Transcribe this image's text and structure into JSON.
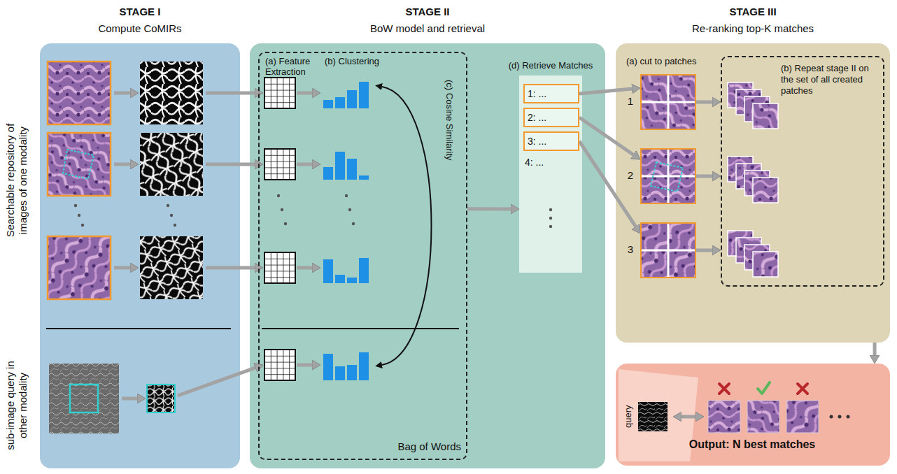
{
  "diagram": {
    "nodes": [
      {
        "text": [
          "STAGE I",
          "Compute CoMIRs"
        ]
      },
      {
        "text": [
          "STAGE II",
          "BoW model and retrieval"
        ]
      },
      {
        "text": [
          "(a) Feature Extraction",
          "(b) Clustering",
          "(c) Cosine Similarity",
          "Bag of Words"
        ],
        "in": 1
      },
      {
        "text": [
          "(d) Retrieve Matches",
          "4: ..."
        ],
        "in": 1
      },
      {
        "text": [
          "1: ..."
        ],
        "in": 3
      },
      {
        "text": [
          "2: ..."
        ],
        "in": 3
      },
      {
        "text": [
          "3: ..."
        ],
        "in": 3
      },
      {
        "text": [
          "STAGE III",
          "Re-ranking top-K matches",
          "(a) cut to patches"
        ]
      },
      {
        "text": [
          "1"
        ],
        "in": 7
      },
      {
        "text": [
          "2"
        ],
        "in": 7
      },
      {
        "text": [
          "3"
        ],
        "in": 7
      },
      {
        "text": [
          "(b) Repeat stage II on the set of all created patches"
        ],
        "in": 7
      },
      {
        "text": [
          "query",
          "Output: N best matches"
        ]
      }
    ],
    "edges": [
      {
        "from": 2,
        "to": 3,
        "arrow": "to"
      },
      {
        "from": 4,
        "to": 8,
        "arrow": "to"
      },
      {
        "from": 5,
        "to": 9,
        "arrow": "to"
      },
      {
        "from": 6,
        "to": 10,
        "arrow": "to"
      },
      {
        "from": 8,
        "to": 11,
        "arrow": "to"
      },
      {
        "from": 9,
        "to": 11,
        "arrow": "to"
      },
      {
        "from": 10,
        "to": 11,
        "arrow": "to"
      },
      {
        "from": 7,
        "to": 12,
        "arrow": "to"
      }
    ],
    "labels": [
      "Searchable repository of images of one modality",
      "sub-image query in other modality"
    ]
  }
}
